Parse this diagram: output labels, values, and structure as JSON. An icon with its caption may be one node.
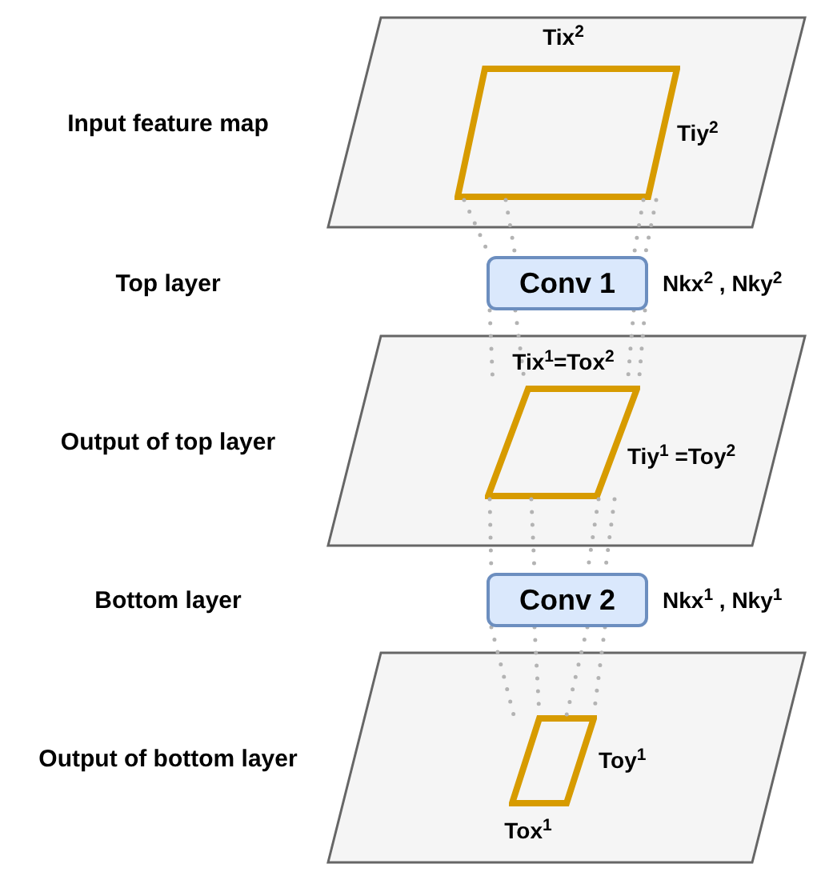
{
  "diagram": {
    "nodes": [
      {
        "text": [
          "Input feature map"
        ]
      },
      {
        "text": [],
        "shape": "parallelogram",
        "in": 0,
        "beside": [
          "Tix$^{2}$",
          "Tiy$^{2}$"
        ]
      },
      {
        "text": [
          "Conv 1"
        ],
        "beside": [
          "Nkx$^{2}$ , Nky$^{2}$"
        ]
      },
      {
        "text": [
          "Output of top layer"
        ]
      },
      {
        "text": [],
        "shape": "parallelogram",
        "in": 3,
        "beside": [
          "Tix$^{1}$=Tox$^{2}$",
          "Tiy$^{1}$ =Toy$^{2}$"
        ]
      },
      {
        "text": [
          "Conv 2"
        ],
        "beside": [
          "Nkx$^{1}$ , Nky$^{1}$"
        ]
      },
      {
        "text": [
          "Output of bottom layer"
        ]
      },
      {
        "text": [],
        "shape": "parallelogram",
        "in": 6,
        "beside": [
          "Toy$^{1}$",
          "Tox$^{1}$"
        ]
      }
    ],
    "edges": [
      {
        "from": 1,
        "to": 2,
        "arrow": "none",
        "style": "dashed"
      },
      {
        "from": 1,
        "to": 2,
        "arrow": "none",
        "style": "dashed"
      },
      {
        "from": 1,
        "to": 2,
        "arrow": "none",
        "style": "dashed"
      },
      {
        "from": 1,
        "to": 2,
        "arrow": "none",
        "style": "dashed"
      },
      {
        "from": 2,
        "to": 4,
        "arrow": "none",
        "style": "dashed"
      },
      {
        "from": 2,
        "to": 4,
        "arrow": "none",
        "style": "dashed"
      },
      {
        "from": 2,
        "to": 4,
        "arrow": "none",
        "style": "dashed"
      },
      {
        "from": 2,
        "to": 4,
        "arrow": "none",
        "style": "dashed"
      },
      {
        "from": 4,
        "to": 5,
        "arrow": "none",
        "style": "dashed"
      },
      {
        "from": 4,
        "to": 5,
        "arrow": "none",
        "style": "dashed"
      },
      {
        "from": 4,
        "to": 5,
        "arrow": "none",
        "style": "dashed"
      },
      {
        "from": 4,
        "to": 5,
        "arrow": "none",
        "style": "dashed"
      },
      {
        "from": 5,
        "to": 7,
        "arrow": "none",
        "style": "dashed"
      },
      {
        "from": 5,
        "to": 7,
        "arrow": "none",
        "style": "dashed"
      },
      {
        "from": 5,
        "to": 7,
        "arrow": "none",
        "style": "dashed"
      },
      {
        "from": 5,
        "to": 7,
        "arrow": "none",
        "style": "dashed"
      }
    ],
    "labels": [
      "Top layer",
      "Bottom layer"
    ]
  }
}
